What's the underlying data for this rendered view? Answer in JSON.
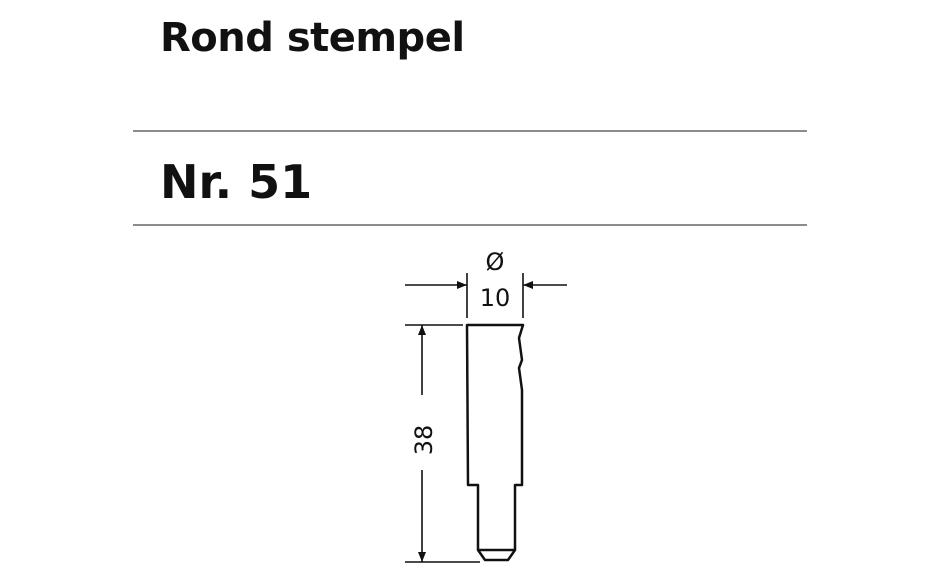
{
  "header": {
    "title": "Rond stempel",
    "number": "Nr. 51"
  },
  "drawing": {
    "diameter_symbol": "Ø",
    "diameter_value": "10",
    "length_value": "38"
  },
  "colors": {
    "rule": "#8c8c8c",
    "line": "#111111",
    "background": "#ffffff"
  }
}
